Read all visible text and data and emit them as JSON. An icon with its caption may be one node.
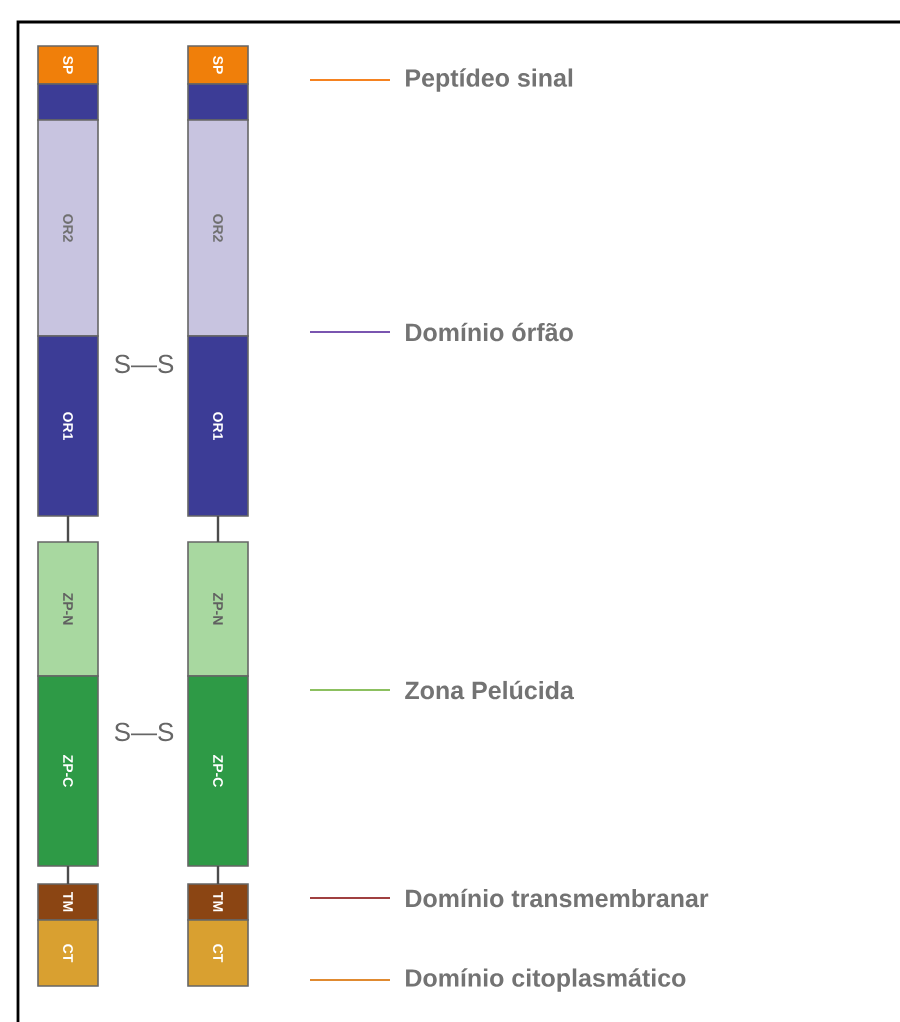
{
  "diagram": {
    "nodes": [
      {
        "text": [
          "SP"
        ]
      },
      {
        "text": [],
        "shape": "box"
      },
      {
        "text": [
          "OR2"
        ]
      },
      {
        "text": [
          "OR1"
        ]
      },
      {
        "text": [
          "ZP-N"
        ]
      },
      {
        "text": [
          "ZP-C"
        ]
      },
      {
        "text": [
          "TM"
        ]
      },
      {
        "text": [
          "CT"
        ]
      },
      {
        "text": [
          "SP"
        ]
      },
      {
        "text": [],
        "shape": "box"
      },
      {
        "text": [
          "OR2"
        ]
      },
      {
        "text": [
          "OR1"
        ]
      },
      {
        "text": [
          "ZP-N"
        ]
      },
      {
        "text": [
          "ZP-C"
        ]
      },
      {
        "text": [
          "TM"
        ]
      },
      {
        "text": [
          "CT"
        ]
      }
    ],
    "edges": [
      {
        "from": 3,
        "to": 4,
        "arrow": "none"
      },
      {
        "from": 5,
        "to": 6,
        "arrow": "none"
      },
      {
        "from": 11,
        "to": 12,
        "arrow": "none"
      },
      {
        "from": 13,
        "to": 14,
        "arrow": "none"
      }
    ],
    "labels": [
      "S—S",
      "S—S"
    ],
    "legend": [
      {
        "text": "Peptídeo sinal"
      },
      {
        "text": "Domínio órfão"
      },
      {
        "text": "Zona Pelúcida"
      },
      {
        "text": "Domínio transmembranar"
      },
      {
        "text": "Domínio citoplasmático"
      }
    ]
  }
}
